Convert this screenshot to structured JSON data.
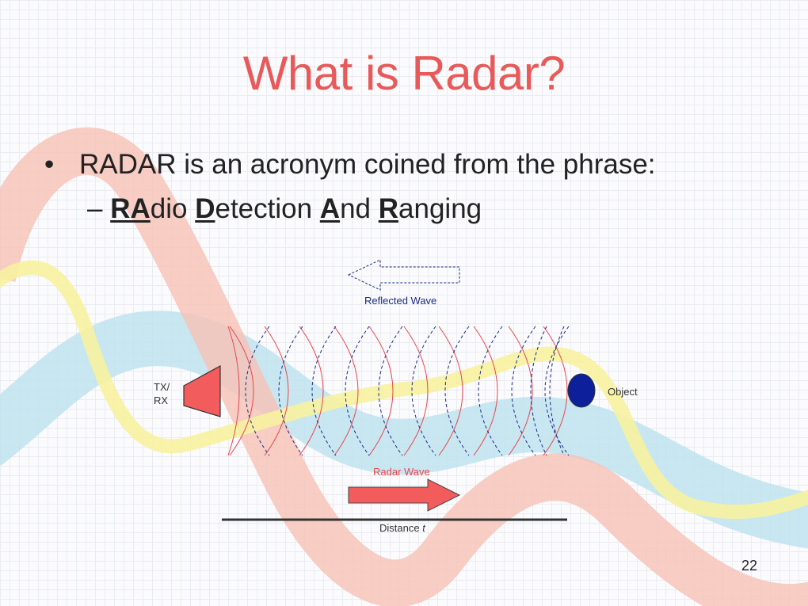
{
  "slide": {
    "title": "What is Radar?",
    "bullet": "RADAR is an acronym coined from the phrase:",
    "sub_dash": "–",
    "acronym": [
      {
        "key": "RA",
        "rest": "dio "
      },
      {
        "key": "D",
        "rest": "etection "
      },
      {
        "key": "A",
        "rest": "nd "
      },
      {
        "key": "R",
        "rest": "anging"
      }
    ],
    "page_number": "22"
  },
  "diagram": {
    "reflected_label": "Reflected Wave",
    "radar_label": "Radar Wave",
    "txrx_label_line1": "TX/",
    "txrx_label_line2": "RX",
    "object_label": "Object",
    "distance_label": "Distance ",
    "distance_var": "t"
  },
  "colors": {
    "title": "#e85a5a",
    "radar_wave": "#e8474c",
    "reflected_wave": "#1a2a8a",
    "object": "#0d1f9a",
    "ribbon_red": "#f6c2b5",
    "ribbon_blue": "#bfe3ef",
    "ribbon_yellow": "#f7f2a0"
  }
}
